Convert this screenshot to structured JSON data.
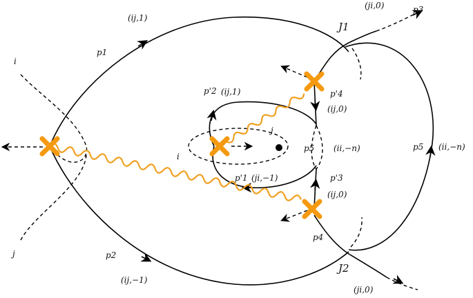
{
  "colors": {
    "wavy_line": "#f0a020",
    "marker": "#f59a10",
    "ink": "#000000"
  },
  "labels": {
    "ij_1_top": "(ij,1)",
    "ji_0_top": "(ji,0)",
    "p3": "p3",
    "J1": "J1",
    "i_left": "i",
    "p1": "p1",
    "p2_prime": "p'2",
    "ij_1_inner": "(ij,1)",
    "p4_prime": "p'4",
    "ij_0_upper": "(ij,0)",
    "j_inner": "j",
    "p5_inner": "p5",
    "ii_neg_n_inner": "(ii,−n)",
    "i_inner": "i",
    "p5_right": "p5",
    "ii_neg_n_right": "(ii,−n)",
    "p1_prime": "p'1",
    "ji_neg1": "(ji,−1)",
    "p3_prime": "p'3",
    "ij_0_lower": "(ij,0)",
    "p4": "p4",
    "j_left": "j",
    "p2": "p2",
    "J2": "J2",
    "ij_neg1": "(ij,−1)",
    "ji_0_bottom": "(ji,0)"
  }
}
